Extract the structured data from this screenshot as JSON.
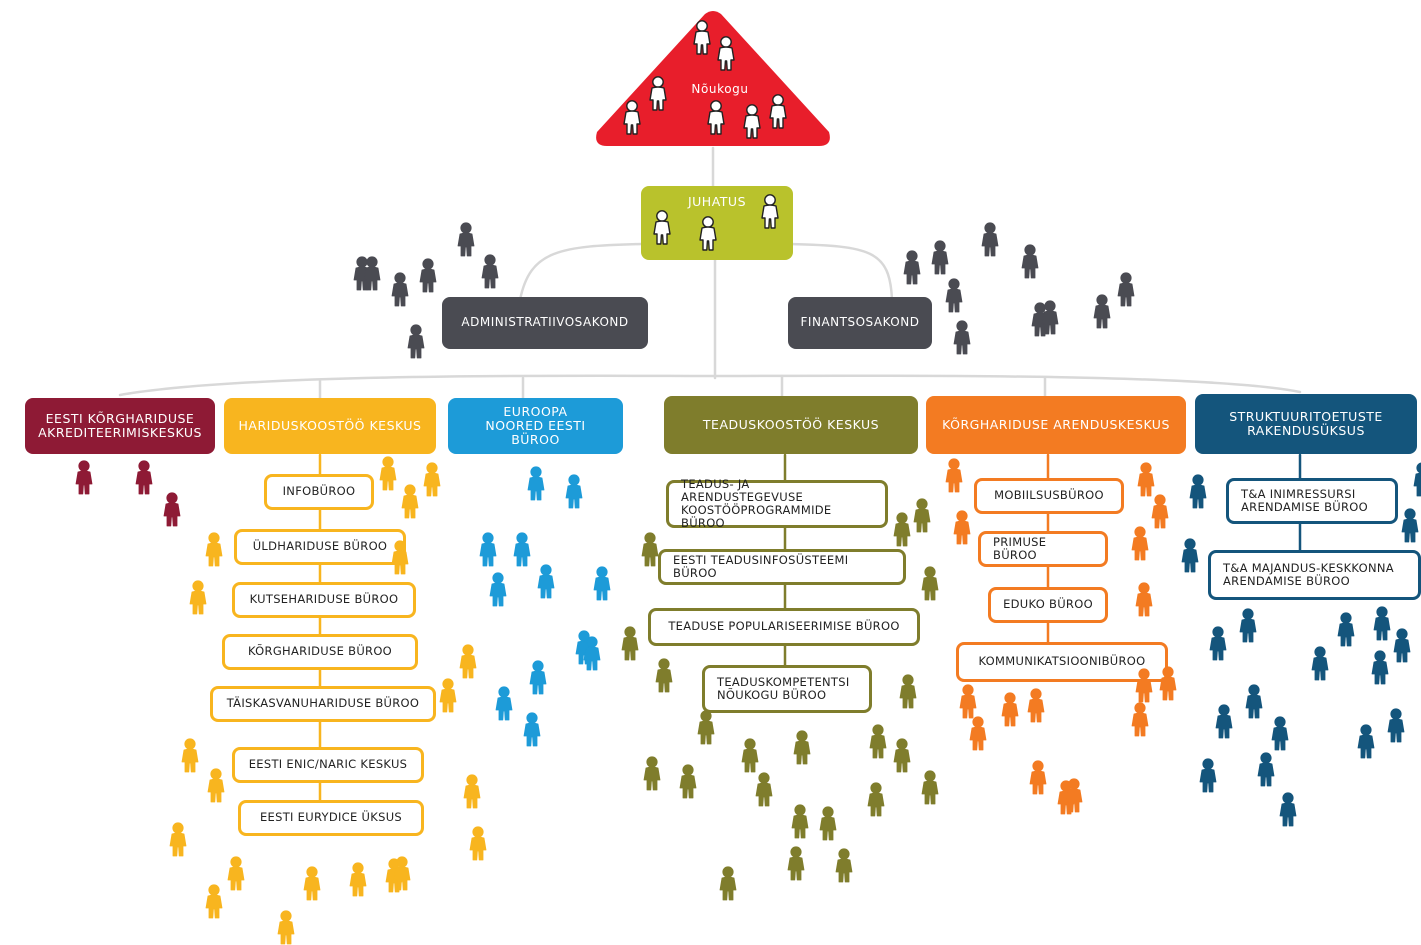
{
  "colors": {
    "red": "#e81e2b",
    "lime": "#b9c22c",
    "darkgray": "#4a4b52",
    "maroon": "#8e1a35",
    "yellow": "#f8b51f",
    "blue": "#1d9bd8",
    "olive": "#7f7d2c",
    "orange": "#f37b22",
    "navy": "#14557c",
    "line": "#d8d8d8"
  },
  "top": {
    "label": "Nõukogu"
  },
  "board": {
    "label": "Juhatus"
  },
  "departments": {
    "admin": "Administratiivosakond",
    "finance": "Finantsosakond"
  },
  "units": [
    {
      "label": "Eesti Kõrghariduse Akrediteerimiskeskus"
    },
    {
      "label": "Hariduskoostöö Keskus"
    },
    {
      "label": "Euroopa Noored Eesti Büroo"
    },
    {
      "label": "Teaduskoostöö Keskus"
    },
    {
      "label": "Kõrghariduse Arenduskeskus"
    },
    {
      "label": "Struktuuritoetuste Rakendusüksus"
    }
  ],
  "education_offices": [
    "Infobüroo",
    "Üldhariduse büroo",
    "Kutsehariduse büroo",
    "Kõrghariduse büroo",
    "Täiskasvanuhariduse büroo",
    "Eesti ENIC/NARIC keskus",
    "Eesti Eurydice üksus"
  ],
  "research_offices": [
    "Teadus- ja arendustegevuse koostööprogrammide büroo",
    "Eesti Teadusinfosüsteemi büroo",
    "Teaduse populariseerimise büroo",
    "Teaduskompetentsi nõukogu büroo"
  ],
  "higher_ed_offices": [
    "Mobiilsusbüroo",
    "Primuse büroo",
    "Eduko büroo",
    "Kommunikatsioonibüroo"
  ],
  "structural_offices": [
    "T&A inimressursi arendamise büroo",
    "T&A majandus-keskkonna arendamise büroo"
  ],
  "people_icon": "person-icon"
}
